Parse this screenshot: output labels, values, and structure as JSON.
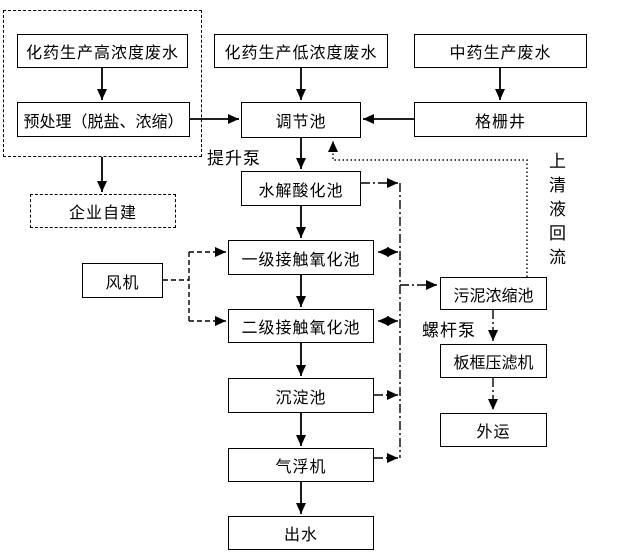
{
  "nodes": {
    "high_conc_wastewater": {
      "label": "化药生产高浓度废水"
    },
    "low_conc_wastewater": {
      "label": "化药生产低浓度废水"
    },
    "tcm_wastewater": {
      "label": "中药生产废水"
    },
    "pretreatment": {
      "label": "预处理（脱盐、浓缩）"
    },
    "regulating_tank": {
      "label": "调节池"
    },
    "grille_well": {
      "label": "格栅井"
    },
    "hydrolysis_acidification_tank": {
      "label": "水解酸化池"
    },
    "enterprise_built": {
      "label": "企业自建"
    },
    "fan": {
      "label": "风机"
    },
    "contact_oxidation_tank_1": {
      "label": "一级接触氧化池"
    },
    "contact_oxidation_tank_2": {
      "label": "二级接触氧化池"
    },
    "sedimentation_tank": {
      "label": "沉淀池"
    },
    "air_flotation_machine": {
      "label": "气浮机"
    },
    "effluent": {
      "label": "出水"
    },
    "sludge_thickening_tank": {
      "label": "污泥浓缩池"
    },
    "plate_frame_filter_press": {
      "label": "板框压滤机"
    },
    "outward_transport": {
      "label": "外运"
    }
  },
  "edge_labels": {
    "lift_pump": "提升泵",
    "screw_pump": "螺杆泵",
    "supernatant_return": "上清液回流"
  },
  "colors": {
    "line": "#000000",
    "background": "#ffffff",
    "text": "#000000"
  }
}
